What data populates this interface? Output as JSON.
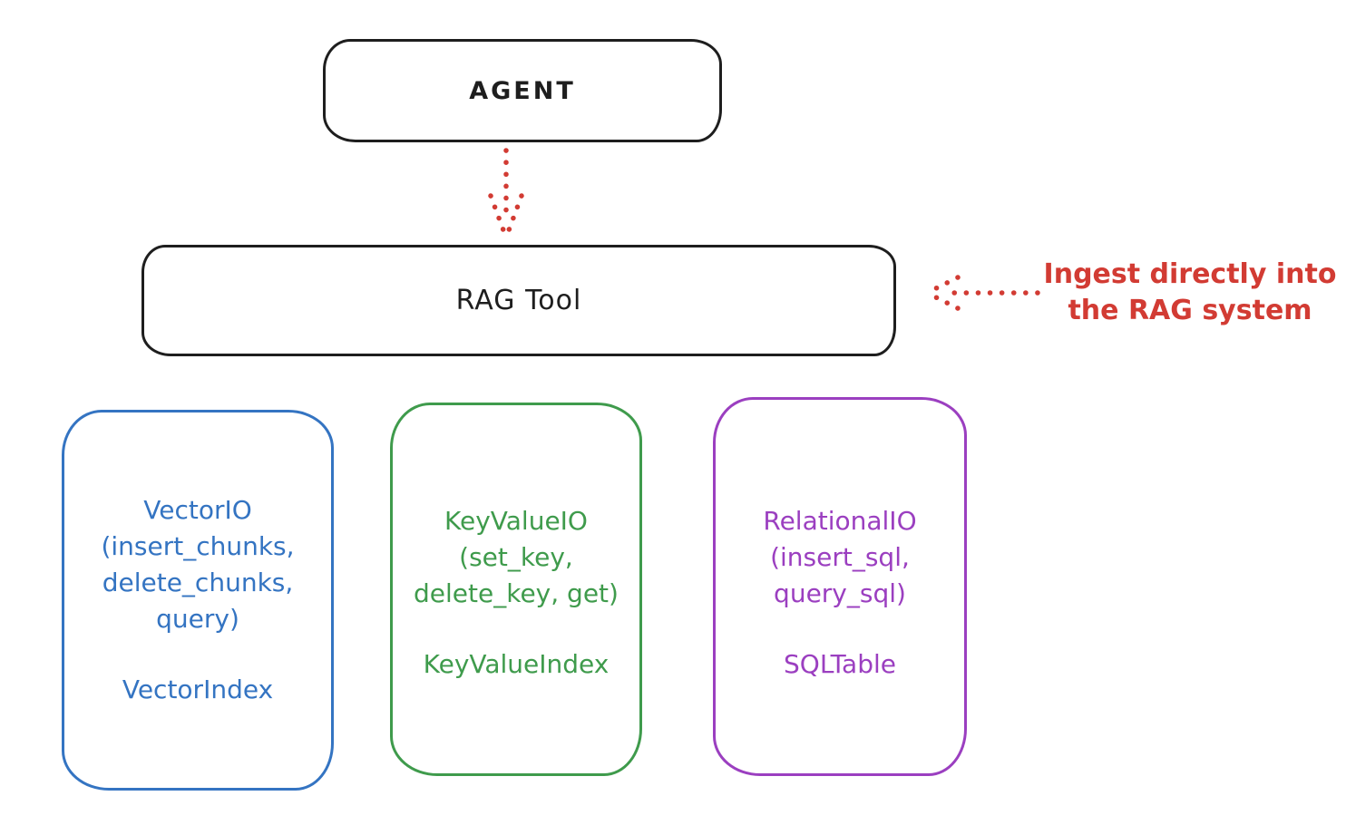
{
  "diagram": {
    "background": "#ffffff",
    "agent": {
      "label": "AGENT"
    },
    "rag_tool": {
      "label": "RAG Tool"
    },
    "annotation": {
      "line1": "Ingest directly into",
      "line2": "the RAG system"
    },
    "arrows": [
      {
        "name": "agent-to-rag-tool",
        "style": "dotted",
        "direction": "down"
      },
      {
        "name": "annotation-to-rag-tool",
        "style": "dotted",
        "direction": "left"
      }
    ],
    "io_boxes": [
      {
        "title": "VectorIO",
        "methods_lines": [
          "(insert_chunks,",
          "delete_chunks,",
          "query)"
        ],
        "index_label": "VectorIndex",
        "color": "#3474c2"
      },
      {
        "title": "KeyValueIO",
        "methods_lines": [
          "(set_key,",
          "delete_key, get)"
        ],
        "index_label": "KeyValueIndex",
        "color": "#3f9b4c"
      },
      {
        "title": "RelationalIO",
        "methods_lines": [
          "(insert_sql,",
          "query_sql)"
        ],
        "index_label": "SQLTable",
        "color": "#9b3fc0"
      }
    ],
    "colors": {
      "stroke": "#1e1e1e",
      "red": "#d23b33",
      "blue": "#3474c2",
      "green": "#3f9b4c",
      "purple": "#9b3fc0"
    }
  }
}
